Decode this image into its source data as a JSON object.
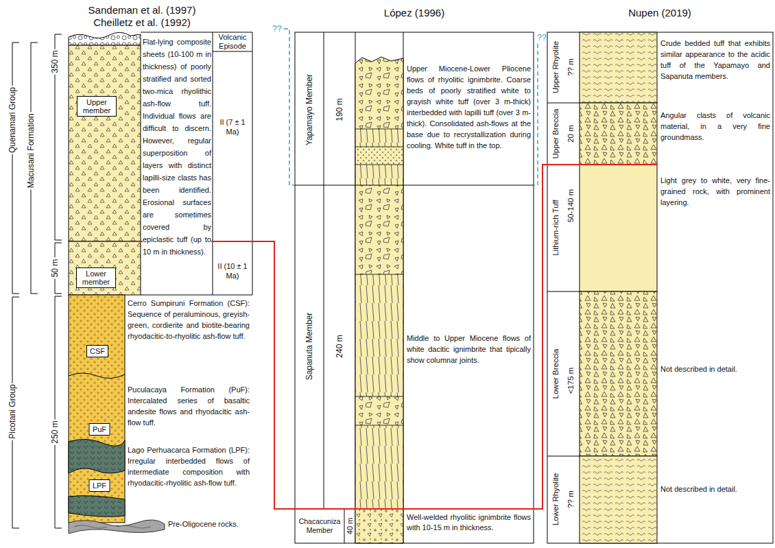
{
  "diagram": {
    "nodes": [
      {
        "text": [
          "Upper member"
        ]
      },
      {
        "text": [
          "Lower member"
        ]
      },
      {
        "text": [
          "CSF"
        ]
      },
      {
        "text": [
          "PuF"
        ]
      },
      {
        "text": [
          "LPF"
        ]
      }
    ],
    "labels": [
      "Sandeman et al. (1997)",
      "Cheilletz et al. (1992)",
      "López (1996)",
      "Nupen (2019)",
      "Quenamari Group",
      "Macusani Formation",
      "350 m",
      "Flat-lying composite sheets (10-100 m in thickness) of poorly stratified and sorted two-mica rhyolithic ash-flow tuff. Individual flows are difficult to discern. However, regular superposition of layers with distinct lapilli-size clasts has been identified. Erosional surfaces are sometimes covered by epiclastic tuff (up to 10 m in thickness).",
      "Volcanic Episode",
      "II (7 ± 1 Ma)",
      "50 m",
      "II (10 ± 1 Ma)",
      "Picotani Group",
      "250 m",
      "Cerro Sumpiruni Formation (CSF): Sequence of peraluminous, greyish-green, cordierite and biotite-bearing rhyodacitic-to-rhyolitic ash-flow tuff.",
      "Puculacaya Formation (PuF): Intercalated series of basaltic andesite flows and rhyodacitic ash-flow tuff.",
      "Lago Perhuacarca Formation (LPF): Irregular interbedded flows of intermediate composition with rhyodacitic-rhyolitic ash-flow tuff.",
      "Pre-Oligocene rocks.",
      "??",
      "Yapamayo Member",
      "190 m",
      "Upper Miocene-Lower Pliocene flows of rhyolitic ignimbrite. Coarse beds of poorly stratified white to grayish white tuff (over 3 m-thick) interbedded with lapilli tuff (over 3 m-thick). Consolidated ash-flows at the base due to recrystallization during cooling. White tuff in the top.",
      "Sapanuta Member",
      "240 m",
      "Middle to Upper Miocene flows of white dacitic ignimbrite that tipically show columnar joints.",
      "Chacacuniza Member",
      "40 m",
      "Well-welded rhyolitic ignimbrite flows with 10-15 m in thickness.",
      "??",
      "Upper Rhyolite",
      "?? m",
      "Crude bedded tuff that exhibits similar appearance to the acidic tuff of the Yapamayo and Sapanuta members.",
      "Upper Breccia",
      "20 m",
      "Angular clasts of volcanic material, in a very fine groundmass.",
      "Lithium-rich Tuff",
      "50-140 m",
      "Light grey to white, very fine-grained rock, with prominent layering.",
      "Lower Breccia",
      "<175 m",
      "Not described in detail.",
      "Lower Rhyolite",
      "?? m",
      "Not described in detail."
    ]
  }
}
